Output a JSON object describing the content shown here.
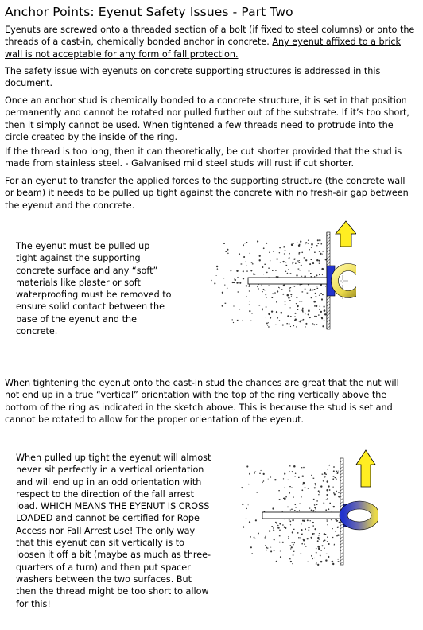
{
  "title": "Anchor Points: Eyenut Safety Issues - Part Two",
  "para1": {
    "text": "Eyenuts are screwed onto a threaded section of a bolt (if fixed to steel columns) or onto the threads of a cast-in, chemically bonded anchor in concrete. ",
    "underlined": "Any eyenut affixed to a brick wall is not acceptable for any form of fall protection."
  },
  "para2": "The safety issue with eyenuts on concrete supporting structures is addressed in this document.",
  "para3": "Once an anchor stud is chemically bonded to a concrete structure, it is set in that position permanently and cannot be rotated nor pulled further out of the substrate. If it’s too short, then it simply cannot be used. When tightened a few threads need to protrude into the circle created by the inside of the ring.",
  "para4": "If the thread is too long, then it can theoretically, be cut shorter provided that the stud is made from stainless steel. - Galvanised mild steel studs will rust if cut shorter.",
  "para5": "For an eyenut to transfer the applied forces to the supporting structure (the concrete wall or beam) it needs to be pulled up tight against the concrete with no fresh-air gap between the eyenut and the concrete.",
  "caption1": "The eyenut must be pulled up tight against the supporting concrete surface and any “soft” materials like plaster or soft waterproofing must be removed to ensure solid contact between the base of the eyenut and the concrete.",
  "para6": "When tightening the eyenut onto the cast-in stud the chances are great that the nut will not end up in a true “vertical” orientation with the top of the ring vertically above the bottom of the ring as indicated in the sketch above. This is because the stud is set and cannot be rotated to allow for the proper orientation of the eyenut.",
  "caption2": "When pulled up tight the eyenut will almost never sit perfectly in a vertical orientation and will end up in an odd orientation with respect to the direction of the fall arrest load. WHICH MEANS THE EYENUT IS CROSS LOADED and cannot be certified for Rope Access nor Fall Arrest use! The only way that this eyenut can sit vertically is to loosen it off a bit (maybe as much as three-quarters of a turn) and then put spacer washers between the two surfaces. But then the thread might be too short to allow for this!",
  "colors": {
    "arrow_fill": "#ffee22",
    "eyenut_blue": "#2233cc",
    "ring_yellow": "#e8d84a"
  }
}
